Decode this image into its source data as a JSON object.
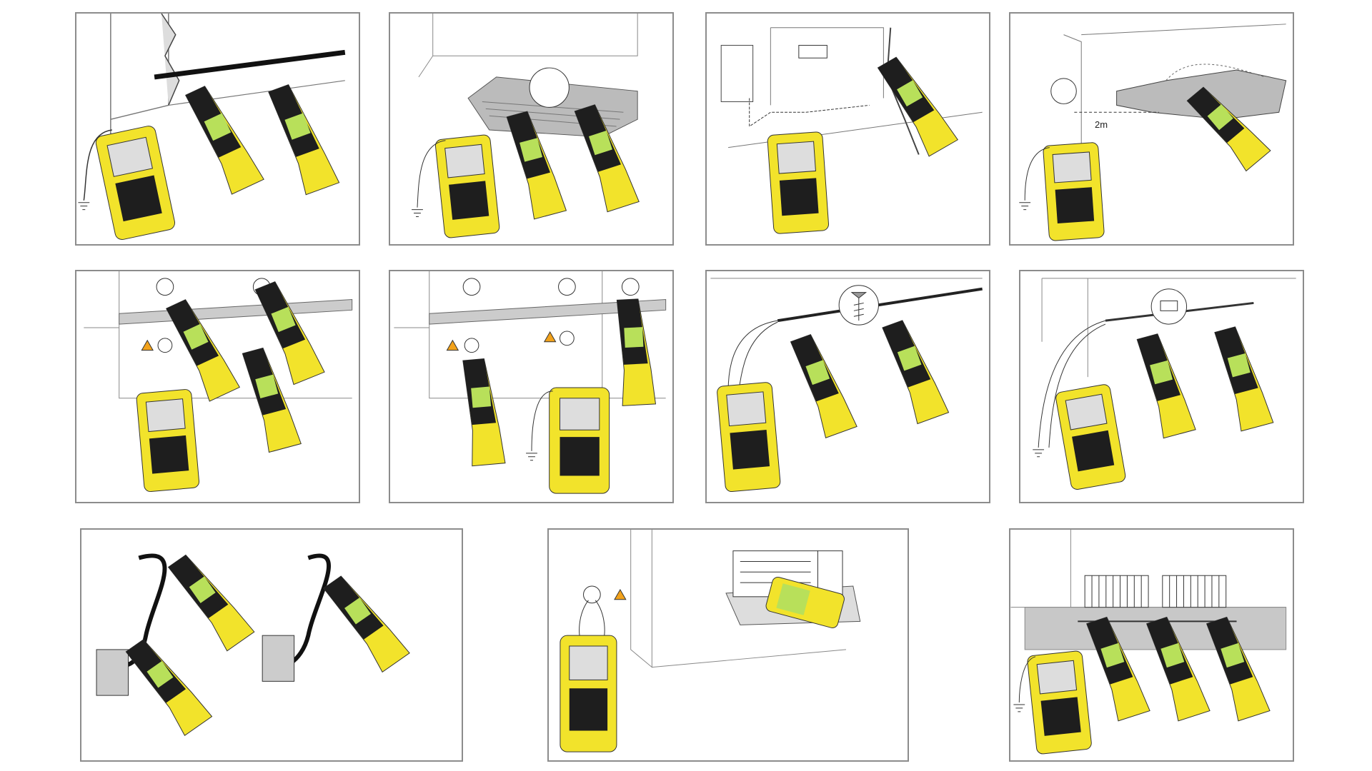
{
  "panels": [
    {
      "id": "wall-wire",
      "scene": "wall",
      "annotation": ""
    },
    {
      "id": "floor-heating",
      "scene": "floor-heating",
      "annotation": ""
    },
    {
      "id": "pipe-route",
      "scene": "pipes",
      "annotation": ""
    },
    {
      "id": "depth-measure",
      "scene": "depth",
      "annotation": "2m"
    },
    {
      "id": "socket-circuit-a",
      "scene": "sockets",
      "annotation": ""
    },
    {
      "id": "socket-circuit-b",
      "scene": "sockets-ground",
      "annotation": ""
    },
    {
      "id": "cable-screw",
      "scene": "screw",
      "annotation": ""
    },
    {
      "id": "cable-clamp",
      "scene": "clamp",
      "annotation": ""
    },
    {
      "id": "cable-break",
      "scene": "cables",
      "annotation": ""
    },
    {
      "id": "fuse-box",
      "scene": "fusebox",
      "annotation": ""
    },
    {
      "id": "radiators",
      "scene": "radiators",
      "annotation": ""
    }
  ],
  "colors": {
    "device_yellow": "#f2e32b",
    "device_black": "#1e1e1e",
    "screen_green": "#b8e05a",
    "frame": "#8c8c8c"
  },
  "icons": [
    "ground-symbol-icon",
    "warning-triangle-icon",
    "power-socket-icon",
    "screw-icon",
    "clamp-icon"
  ]
}
